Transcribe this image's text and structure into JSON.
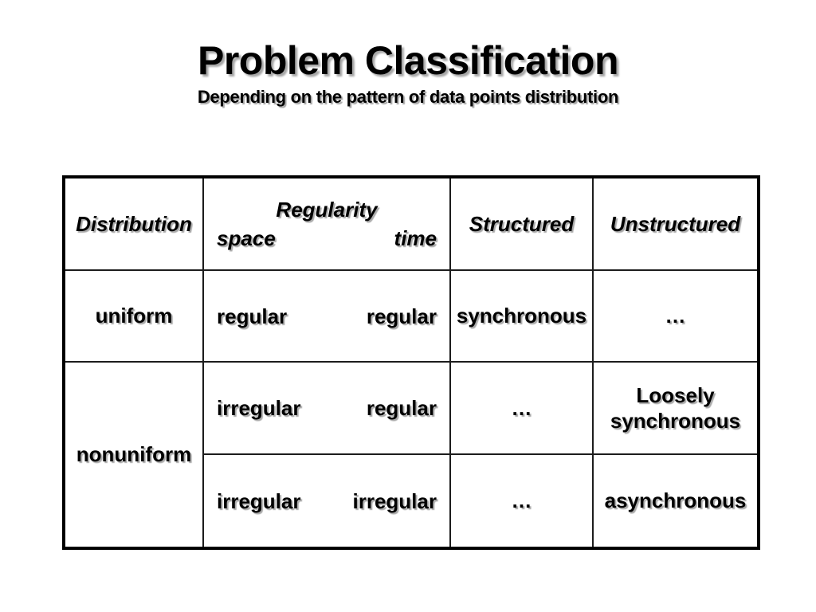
{
  "slide": {
    "title": "Problem Classification",
    "subtitle": "Depending on the pattern of data points distribution"
  },
  "table": {
    "header": {
      "distribution": "Distribution",
      "regularity": "Regularity",
      "space": "space",
      "time": "time",
      "structured": "Structured",
      "unstructured": "Unstructured"
    },
    "rows": [
      {
        "distribution": "uniform",
        "space": "regular",
        "time": "regular",
        "structured": "synchronous",
        "unstructured": "…"
      },
      {
        "distribution": "nonuniform",
        "space": "irregular",
        "time": "regular",
        "structured": "…",
        "unstructured": "Loosely synchronous"
      },
      {
        "space": "irregular",
        "time": "irregular",
        "structured": "…",
        "unstructured": "asynchronous"
      }
    ]
  },
  "colors": {
    "background": "#ffffff",
    "text": "#000000",
    "text_shadow": "#a6a6a6",
    "outer_border": "#000000",
    "inner_border": "#1c1c1c"
  }
}
